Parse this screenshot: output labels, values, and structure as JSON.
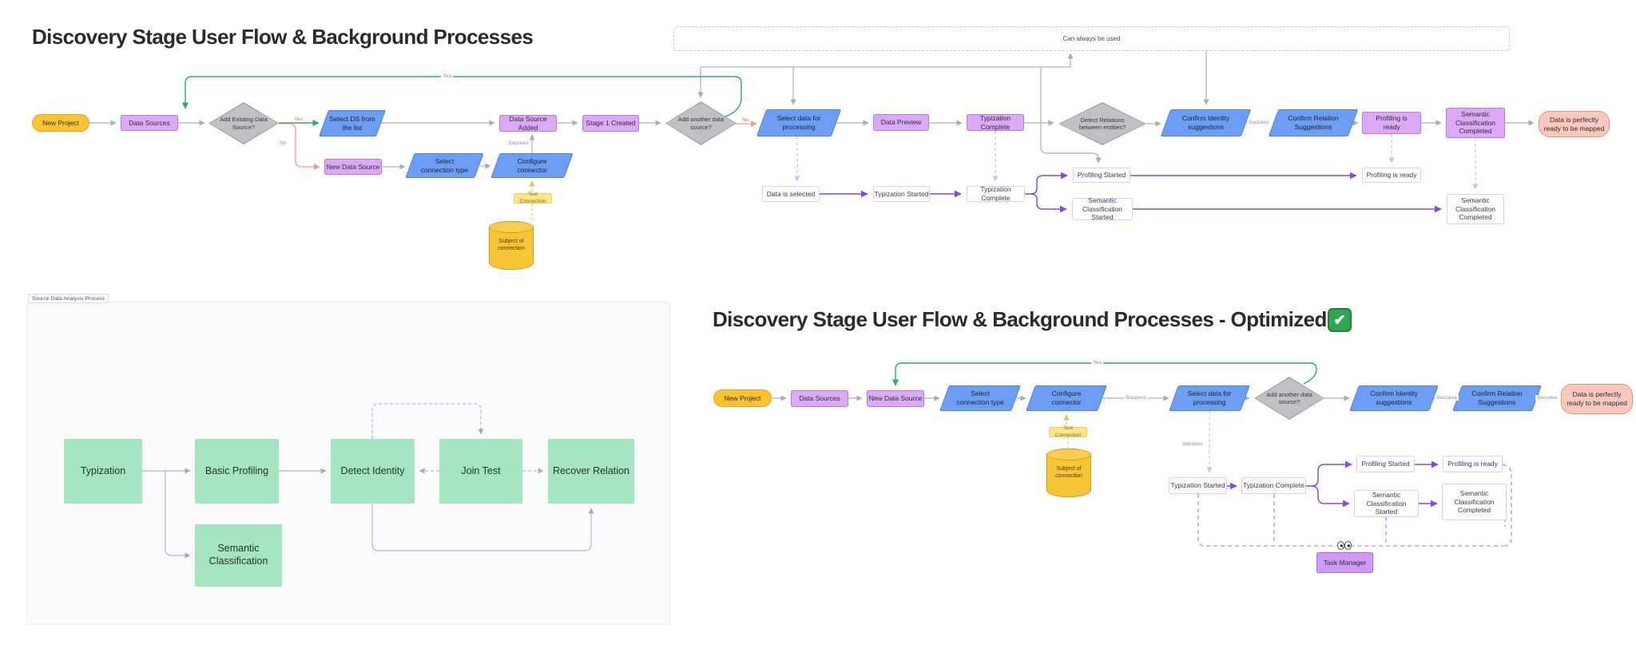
{
  "titles": {
    "main": "Discovery Stage User Flow & Background Processes",
    "optimized": "Discovery Stage User Flow & Background Processes - Optimized",
    "check_icon": "✔"
  },
  "annotations": {
    "can_always": "Can always be used",
    "frame_label": "Source Data Analysis Process",
    "yes": "Yes",
    "no": "No",
    "success": "Success",
    "test_connection": "Test Connection"
  },
  "flow1": {
    "new_project": "New Project",
    "data_sources": "Data Sources",
    "add_existing": "Add Existing Data Source?",
    "select_ds": "Select DS from the list",
    "data_source_added": "Data Source Added",
    "stage1_created": "Stage 1 Created",
    "add_another": "Add another data source?",
    "select_data": "Select data for processing",
    "data_preview": "Data Preview",
    "typization_complete": "Typization Complete",
    "detect_relations": "Detect Relations between entities?",
    "confirm_identity": "Confirm Identity suggestions",
    "confirm_relation": "Confirm Relation Suggestions",
    "profiling_ready": "Profiling is ready",
    "semantic_completed": "Semantic Classification Completed",
    "data_ready": "Data is perfectly ready to be mapped",
    "new_data_source": "New Data Source",
    "select_connection": "Select connection type",
    "configure_connector": "Configure connector",
    "subject_of_connection": "Subject of connection"
  },
  "events1": {
    "data_selected": "Data is selected",
    "typization_started": "Typization Started",
    "typization_complete": "Typization Complete",
    "profiling_started": "Profiling Started",
    "semantic_started": "Semantic Classification Started",
    "profiling_ready": "Profiling is ready",
    "semantic_completed": "Semantic Classification Completed"
  },
  "analysis": {
    "typization": "Typization",
    "basic_profiling": "Basic Profiling",
    "detect_identity": "Detect Identity",
    "join_test": "Join Test",
    "recover_relation": "Recover Relation",
    "semantic_classification": "Semantic Classification"
  },
  "flow2": {
    "new_project": "New Project",
    "data_sources": "Data Sources",
    "new_data_source": "New Data Source",
    "select_connection": "Select connection type",
    "configure_connector": "Configure connector",
    "select_data": "Select data for processing",
    "add_another": "Add another data source?",
    "confirm_identity": "Confirm Identity suggestions",
    "confirm_relation": "Confirm Relation Suggestions",
    "data_ready": "Data is perfectly ready to be mapped",
    "subject_of_connection": "Subject of connection",
    "task_manager": "Task Manager"
  },
  "events2": {
    "typization_started": "Typization Started",
    "typization_complete": "Typization Complete",
    "profiling_started": "Profiling Started",
    "profiling_ready": "Profiling is ready",
    "semantic_started": "Semantic Classification Started",
    "semantic_completed": "Semantic Classification Completed"
  },
  "colors": {
    "purple_fill": "#DCA9F6",
    "purple_border": "#BE76EA",
    "blue_fill": "#6D9EF5",
    "gray_diamond": "#C0C1C5",
    "yellow_fill": "#FBC32F",
    "pink_fill": "#F8C9BC",
    "green_box": "#A5E5C1",
    "arrow_purple": "#8247F5",
    "arrow_green": "#2FA96F",
    "arrow_red": "#F59B8C",
    "arrow_gray": "#B0B0B8"
  }
}
